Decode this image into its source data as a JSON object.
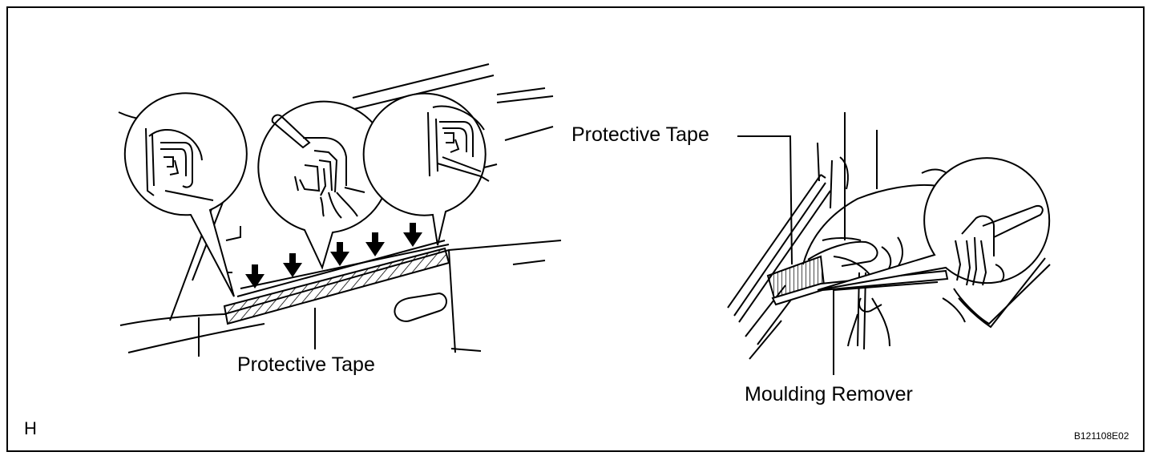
{
  "labels": {
    "left_tape": "Protective Tape",
    "right_tape": "Protective Tape",
    "remover": "Moulding Remover",
    "corner_letter": "H",
    "figure_code": "B121108E02"
  },
  "icons": [
    "down-arrow-icon"
  ]
}
